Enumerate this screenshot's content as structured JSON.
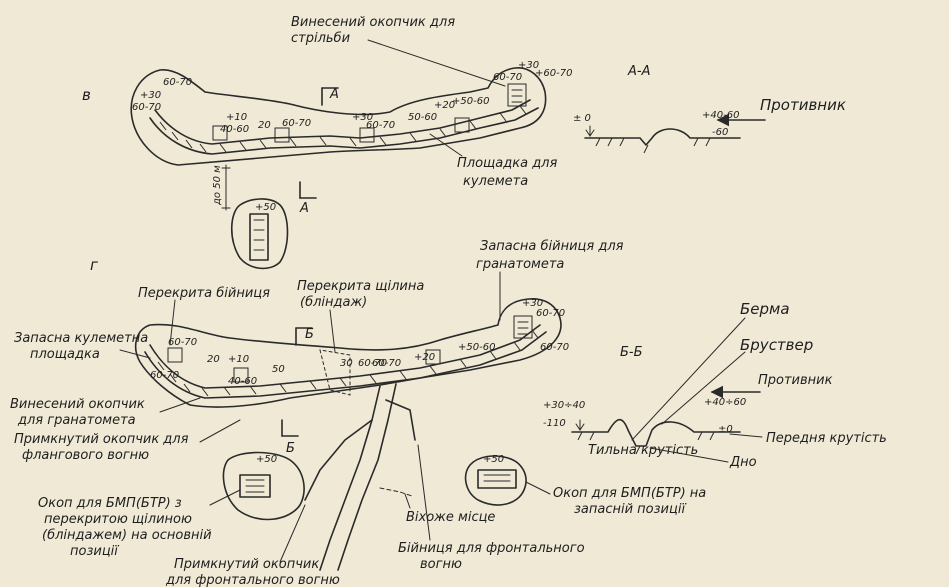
{
  "fig_b": {
    "letter": "в",
    "label_remote_cell": [
      "Винесений окопчик для",
      "стрільби"
    ],
    "label_mg_platform": [
      "Площадка для",
      "кулемета"
    ],
    "dim_distance": "до 50 м",
    "section_mark": "А",
    "marks": [
      "60-70",
      "+30",
      "60-70",
      "+10",
      "40-60",
      "20",
      "60-70",
      "+30",
      "60-70",
      "50-60",
      "+20",
      "+50-60",
      "+30",
      "+60-70",
      "60-70",
      "+50"
    ]
  },
  "section_aa": {
    "title": "А-А",
    "enemy": "Противник",
    "mark_zero": "± 0",
    "mark_top": "+40-60",
    "mark_bottom": "-60"
  },
  "fig_g": {
    "letter": "г",
    "label_reserve_grenade": [
      "Запасна бійниця для",
      "гранатомета"
    ],
    "label_covered_loophole": "Перекрита бійниця",
    "label_covered_slit": [
      "Перекрита щілина",
      "(бліндаж)"
    ],
    "label_reserve_mg": [
      "Запасна кулеметна",
      "площадка"
    ],
    "label_remote_grenade": [
      "Винесений окопчик",
      "для гранатомета"
    ],
    "label_flank": [
      "Примкнутий окопчик для",
      "флангового вогню"
    ],
    "label_bmp_main": [
      "Окоп для БМП(БТР) з",
      "перекритою щілиною",
      "(бліндажем) на основній",
      "позиції"
    ],
    "label_frontal_fire": [
      "Примкнутий окопчик",
      "для фронтального вогню"
    ],
    "label_toilet": "Віхоже місце",
    "label_frontal_loophole": [
      "Бійниця для фронтального",
      "вогню"
    ],
    "label_bmp_reserve": [
      "Окоп для БМП(БТР) на",
      "запасній позиції"
    ],
    "section_mark": "Б",
    "marks": [
      "60-70",
      "60-70",
      "20",
      "+10",
      "40-60",
      "50",
      "60-70",
      "30",
      "60-70",
      "+20",
      "+50-60",
      "+30",
      "60-70",
      "60-70",
      "+50",
      "+50"
    ]
  },
  "section_bb": {
    "title": "Б-Б",
    "berm": "Берма",
    "parapet": "Бруствер",
    "enemy": "Противник",
    "mark_left_top": "+30÷40",
    "mark_left_bottom": "-110",
    "mark_right_top": "+40÷60",
    "mark_zero": "±0",
    "front_slope": "Передня крутість",
    "rear_slope": "Тильна крутість",
    "bottom": "Дно"
  }
}
